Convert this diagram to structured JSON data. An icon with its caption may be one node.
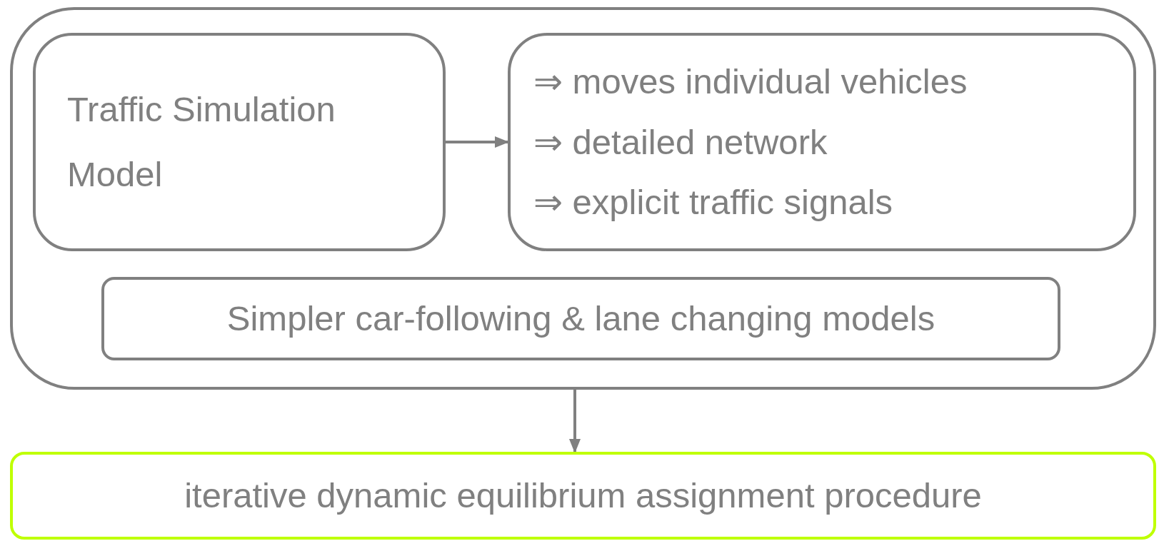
{
  "diagram": {
    "nodes": [
      {
        "text": [],
        "shape": "box"
      },
      {
        "text": [
          "Traffic Simulation Model"
        ],
        "in": 0
      },
      {
        "text": [
          "⇒ moves individual vehicles",
          "⇒ detailed network",
          "⇒ explicit traffic signals"
        ],
        "in": 0
      },
      {
        "text": [
          "Simpler car-following & lane changing models"
        ],
        "in": 0
      },
      {
        "text": [
          "iterative dynamic equilibrium assignment procedure"
        ]
      }
    ],
    "edges": [
      {
        "from": 1,
        "to": 2,
        "arrow": "to"
      },
      {
        "from": 0,
        "to": 4,
        "arrow": "to"
      }
    ]
  }
}
